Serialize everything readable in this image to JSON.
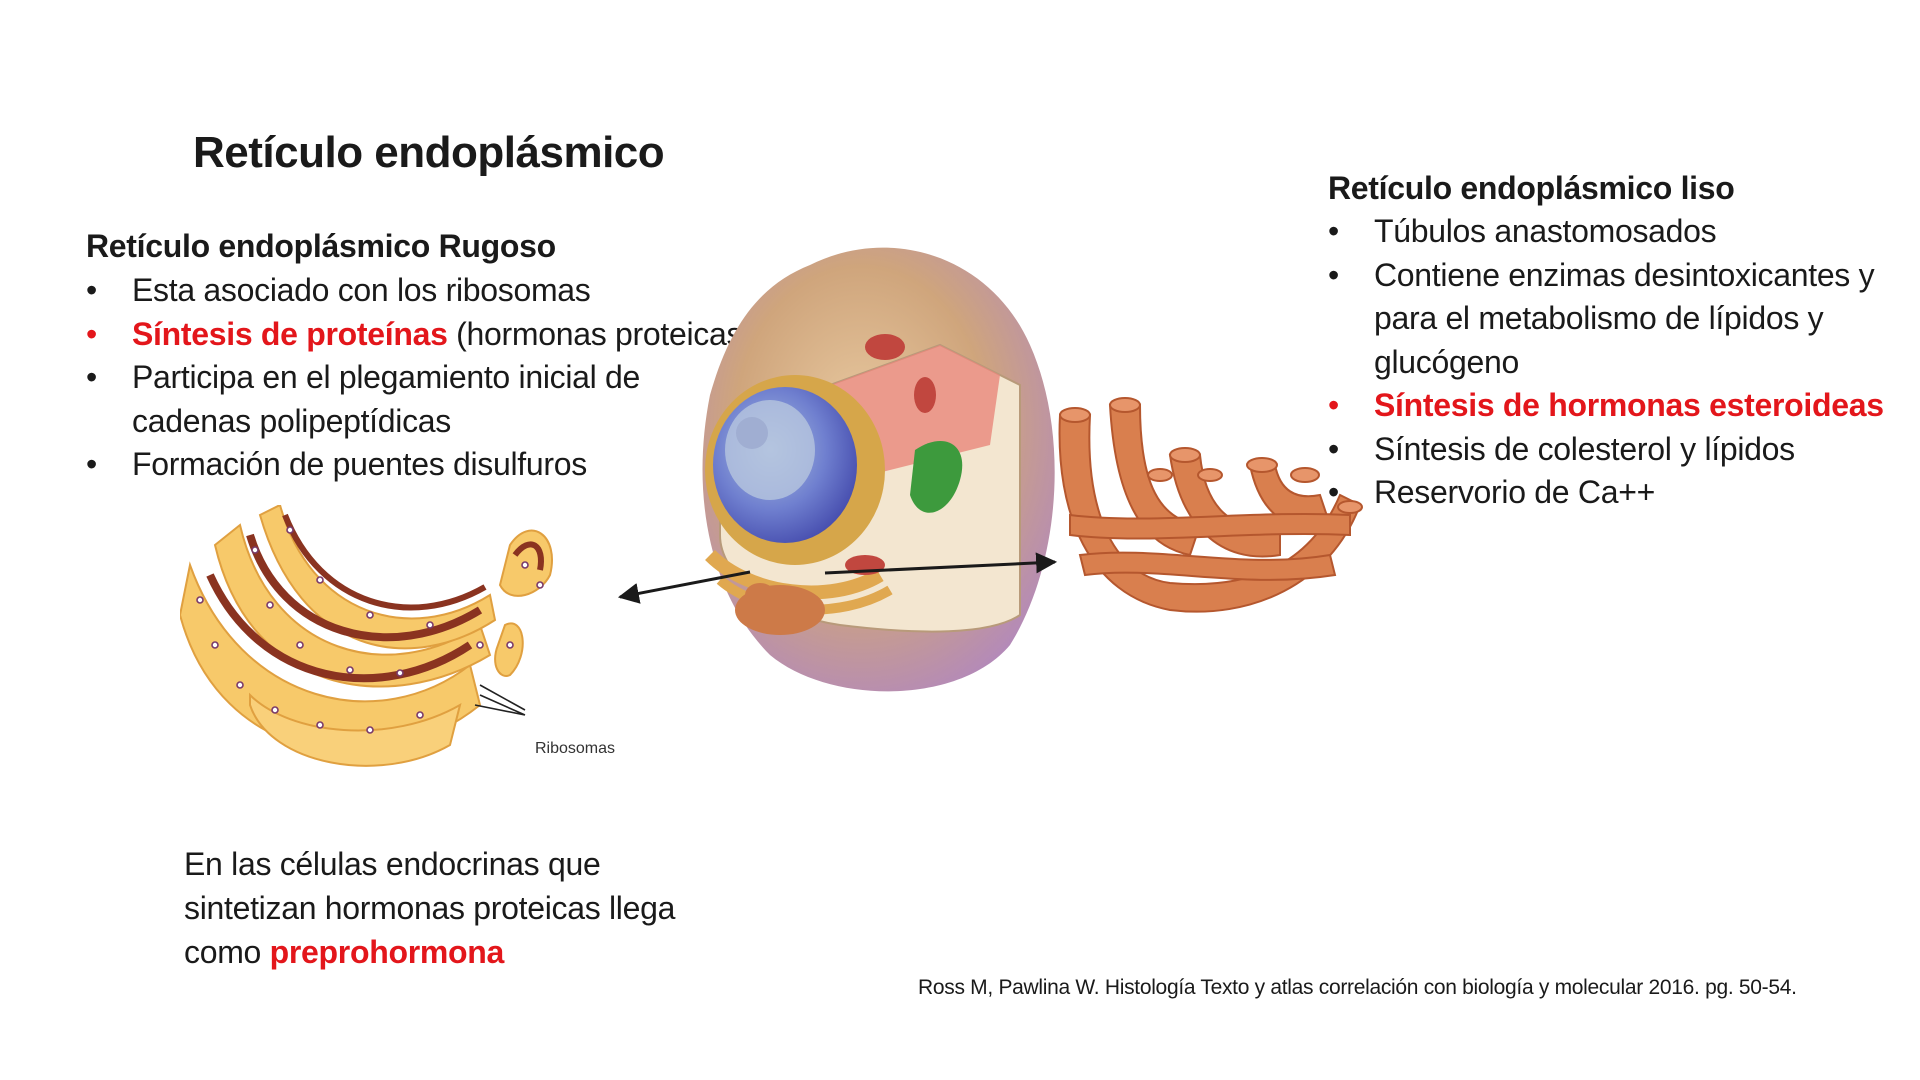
{
  "title": "Retículo endoplásmico",
  "rough_er": {
    "heading": "Retículo endoplásmico Rugoso",
    "bullets": [
      {
        "plain": "Esta asociado con los ribosomas"
      },
      {
        "highlight": "Síntesis de proteínas",
        "rest": " (hormonas proteicas)"
      },
      {
        "plain": "Participa en el plegamiento inicial de cadenas polipeptídicas"
      },
      {
        "plain": "Formación de puentes disulfuros"
      }
    ]
  },
  "smooth_er": {
    "heading": "Retículo endoplásmico liso",
    "bullets": [
      {
        "plain": "Túbulos anastomosados"
      },
      {
        "plain": "Contiene enzimas desintoxicantes y para el metabolismo de lípidos y glucógeno"
      },
      {
        "highlight": "Síntesis de hormonas esteroideas"
      },
      {
        "plain": "Síntesis de colesterol y lípidos"
      },
      {
        "plain": "Reservorio de Ca++"
      }
    ]
  },
  "bottom_note": {
    "text": "En las células endocrinas que sintetizan hormonas proteicas llega como ",
    "highlight": "preprohormona"
  },
  "ribosome_label": "Ribosomas",
  "citation": "Ross M, Pawlina W.  Histología Texto y atlas  correlación con biología y molecular 2016. pg. 50-54.",
  "colors": {
    "highlight_red": "#e3161b",
    "er_tube": "#d97f4e",
    "rough_er_fill": "#f7c96a",
    "cell_body": "#c9a07a",
    "nucleus": "#4b4fb0"
  },
  "bullet_symbol": "•"
}
